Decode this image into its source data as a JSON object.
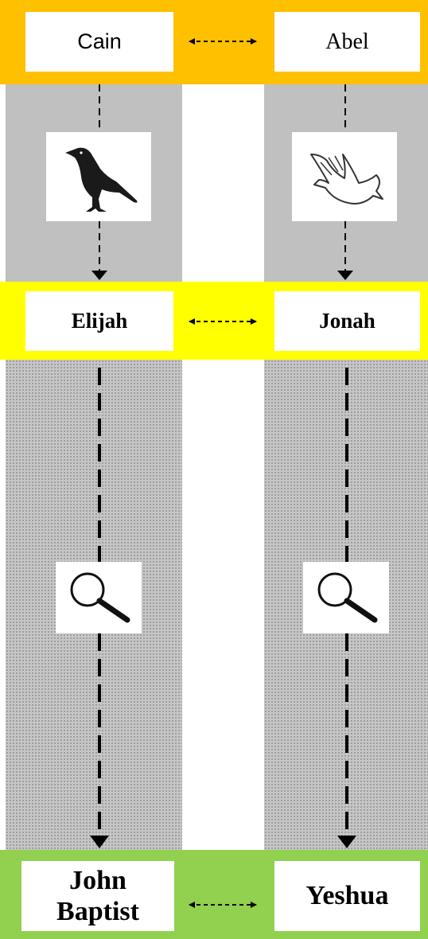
{
  "colors": {
    "row1_band": "#ffc000",
    "row2_band": "#ffff00",
    "row3_band": "#92d050",
    "column_gray": "#c0c0c0"
  },
  "row1": {
    "left": "Cain",
    "right": "Abel"
  },
  "row2": {
    "left": "Elijah",
    "right": "Jonah"
  },
  "row3": {
    "left_line1": "John",
    "left_line2": "Baptist",
    "right": "Yeshua"
  },
  "icons": {
    "left_bird": "crow-icon",
    "right_bird": "dove-icon",
    "magnifier": "magnifying-glass-icon"
  }
}
